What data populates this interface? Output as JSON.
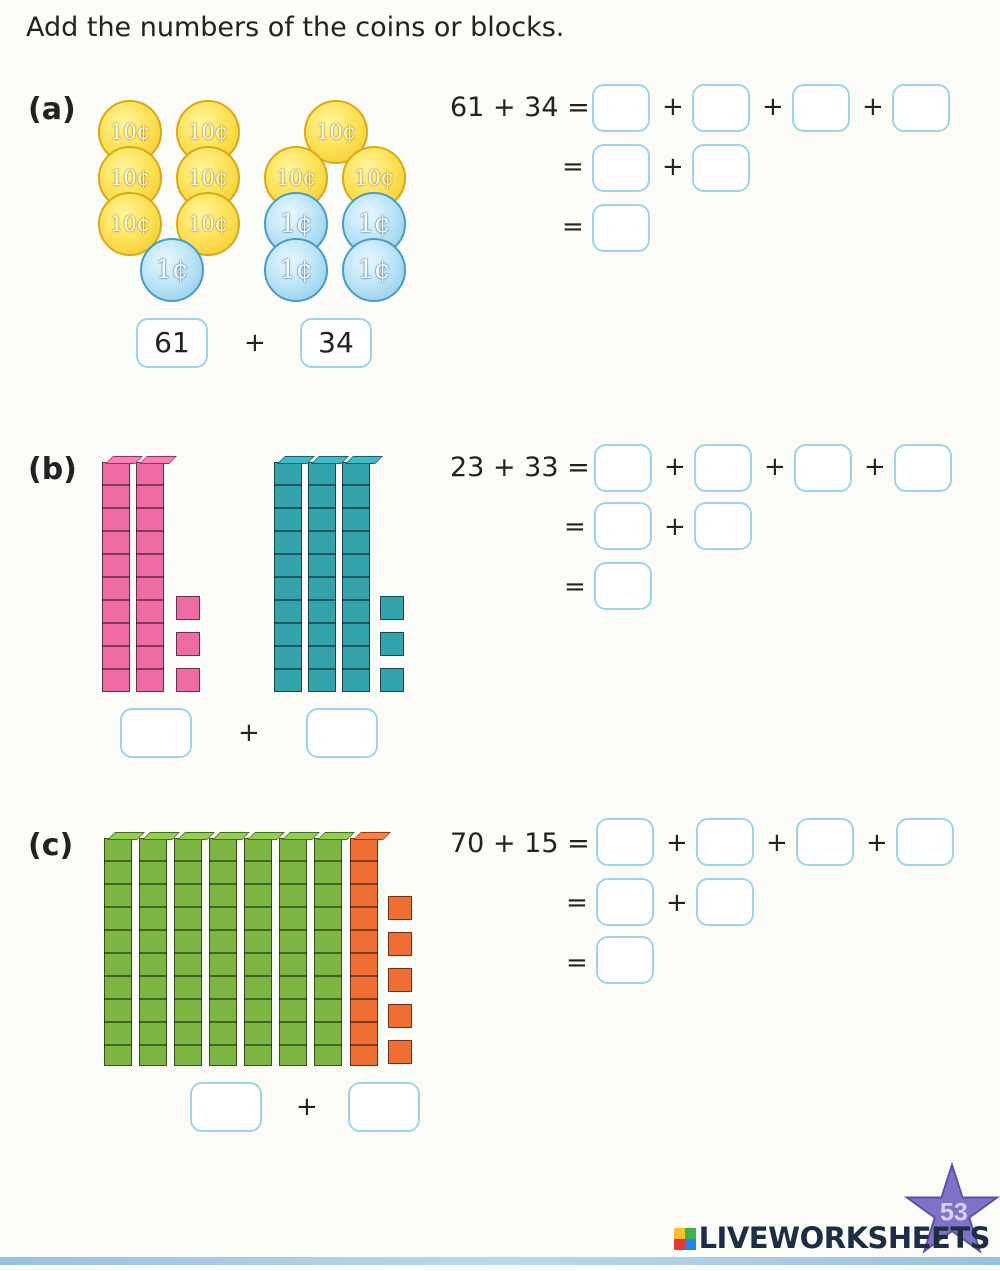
{
  "instruction": "Add the numbers of the coins or blocks.",
  "questions": [
    {
      "label": "(a)",
      "equation": "61 + 34 =",
      "answers": [
        "61",
        "34"
      ]
    },
    {
      "label": "(b)",
      "equation": "23 + 33 ="
    },
    {
      "label": "(c)",
      "equation": "70 + 15 ="
    }
  ],
  "symbols": {
    "plus": "+",
    "equals": "="
  },
  "coins": {
    "ten": "10¢",
    "one": "1¢"
  },
  "watermark": "LIVEWORKSHEETS",
  "page_number": "53",
  "colors": {
    "box_border": "#9fd4e6",
    "gold_coin": "#fde35a",
    "blue_coin": "#b9e3f6",
    "pink_blocks": "#ef6ba3",
    "teal_blocks": "#35a3ac",
    "green_blocks": "#7db542",
    "orange_blocks": "#ef6e35"
  }
}
